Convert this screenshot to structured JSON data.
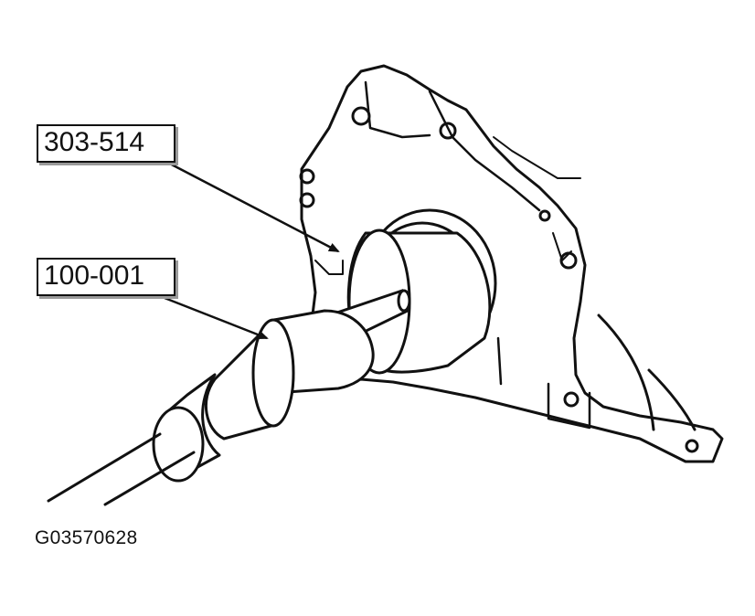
{
  "callouts": [
    {
      "label": "303-514"
    },
    {
      "label": "100-001"
    }
  ],
  "figure_code": "G03570628",
  "colors": {
    "ink": "#111111",
    "shadow": "#9a9a9a",
    "paper": "#ffffff"
  }
}
